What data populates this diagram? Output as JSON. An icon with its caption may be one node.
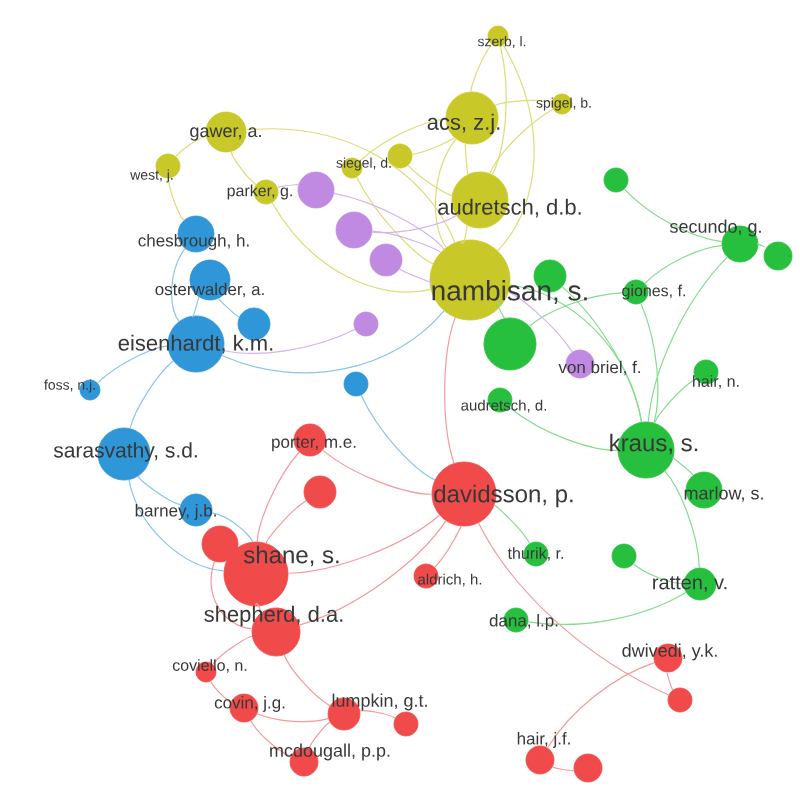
{
  "diagram": {
    "nodes": [
      {
        "text": [
          "szerb, l."
        ]
      },
      {
        "text": [
          "spigel, b."
        ]
      },
      {
        "text": [
          "acs, z.j."
        ]
      },
      {
        "text": [
          "gawer, a."
        ]
      },
      {
        "text": [
          "west, j."
        ]
      },
      {
        "text": [
          "parker, g."
        ]
      },
      {
        "text": [
          "siegel, d."
        ]
      },
      {
        "text": [
          "audretsch, d.b."
        ]
      },
      {
        "text": [
          "nambisan, s."
        ]
      },
      {
        "text": [
          "chesbrough, h."
        ]
      },
      {
        "text": [
          "osterwalder, a."
        ]
      },
      {
        "text": [
          "eisenhardt, k.m."
        ]
      },
      {
        "text": [
          "foss, n.j."
        ]
      },
      {
        "text": [
          "sarasvathy, s.d."
        ]
      },
      {
        "text": [
          "porter, m.e."
        ]
      },
      {
        "text": [
          "barney, j.b."
        ]
      },
      {
        "text": [
          "shane, s."
        ]
      },
      {
        "text": [
          "shepherd, d.a."
        ]
      },
      {
        "text": [
          "coviello, n."
        ]
      },
      {
        "text": [
          "covin, j.g."
        ]
      },
      {
        "text": [
          "lumpkin, g.t."
        ]
      },
      {
        "text": [
          "mcdougall, p.p."
        ]
      },
      {
        "text": [
          "davidsson, p."
        ]
      },
      {
        "text": [
          "aldrich, h."
        ]
      },
      {
        "text": [
          "audretsch, d."
        ]
      },
      {
        "text": [
          "von briel, f."
        ]
      },
      {
        "text": [
          "giones, f."
        ]
      },
      {
        "text": [
          "secundo, g."
        ]
      },
      {
        "text": [
          "hair, n."
        ]
      },
      {
        "text": [
          "kraus, s."
        ]
      },
      {
        "text": [
          "marlow, s."
        ]
      },
      {
        "text": [
          "thurik, r."
        ]
      },
      {
        "text": [
          "ratten, v."
        ]
      },
      {
        "text": [
          "dana, l.p."
        ]
      },
      {
        "text": [
          "dwivedi, y.k."
        ]
      },
      {
        "text": [
          "hair, j.f."
        ]
      },
      {
        "text": [],
        "shape": "circle"
      },
      {
        "text": [],
        "shape": "circle"
      },
      {
        "text": [],
        "shape": "circle"
      },
      {
        "text": [],
        "shape": "circle"
      },
      {
        "text": [],
        "shape": "circle"
      },
      {
        "text": [],
        "shape": "circle"
      },
      {
        "text": [],
        "shape": "circle"
      },
      {
        "text": [],
        "shape": "circle"
      },
      {
        "text": [],
        "shape": "circle"
      },
      {
        "text": [],
        "shape": "circle"
      },
      {
        "text": [],
        "shape": "circle"
      },
      {
        "text": [],
        "shape": "circle"
      },
      {
        "text": [],
        "shape": "circle"
      },
      {
        "text": [],
        "shape": "circle"
      },
      {
        "text": [],
        "shape": "circle"
      },
      {
        "text": [],
        "shape": "circle"
      },
      {
        "text": [],
        "shape": "circle"
      }
    ],
    "edges": [
      {
        "from": 0,
        "to": 2,
        "arrow": "none",
        "color": "#dcdc78"
      },
      {
        "from": 0,
        "to": 7,
        "arrow": "none",
        "color": "#dcdc78"
      },
      {
        "from": 0,
        "to": 8,
        "arrow": "none",
        "color": "#dcdc78"
      },
      {
        "from": 1,
        "to": 2,
        "arrow": "none",
        "color": "#dcdc78"
      },
      {
        "from": 1,
        "to": 7,
        "arrow": "none",
        "color": "#dcdc78"
      },
      {
        "from": 2,
        "to": 7,
        "arrow": "none",
        "color": "#dcdc78"
      },
      {
        "from": 2,
        "to": 8,
        "arrow": "none",
        "color": "#dcdc78"
      },
      {
        "from": 2,
        "to": 6,
        "arrow": "none",
        "color": "#dcdc78"
      },
      {
        "from": 3,
        "to": 4,
        "arrow": "none",
        "color": "#dcdc78"
      },
      {
        "from": 3,
        "to": 5,
        "arrow": "none",
        "color": "#dcdc78"
      },
      {
        "from": 3,
        "to": 8,
        "arrow": "none",
        "color": "#dcdc78"
      },
      {
        "from": 4,
        "to": 9,
        "arrow": "none",
        "color": "#dcdc78"
      },
      {
        "from": 5,
        "to": 8,
        "arrow": "none",
        "color": "#dcdc78"
      },
      {
        "from": 6,
        "to": 8,
        "arrow": "none",
        "color": "#dcdc78"
      },
      {
        "from": 7,
        "to": 8,
        "arrow": "none",
        "color": "#dcdc78"
      },
      {
        "from": 44,
        "to": 2,
        "arrow": "none",
        "color": "#dcdc78"
      },
      {
        "from": 44,
        "to": 7,
        "arrow": "none",
        "color": "#dcdc78"
      },
      {
        "from": 9,
        "to": 11,
        "arrow": "none",
        "color": "#8cc4ec"
      },
      {
        "from": 10,
        "to": 11,
        "arrow": "none",
        "color": "#8cc4ec"
      },
      {
        "from": 11,
        "to": 12,
        "arrow": "none",
        "color": "#8cc4ec"
      },
      {
        "from": 11,
        "to": 13,
        "arrow": "none",
        "color": "#8cc4ec"
      },
      {
        "from": 13,
        "to": 15,
        "arrow": "none",
        "color": "#8cc4ec"
      },
      {
        "from": 11,
        "to": 8,
        "arrow": "none",
        "color": "#8cc4ec"
      },
      {
        "from": 10,
        "to": 37,
        "arrow": "none",
        "color": "#8cc4ec"
      },
      {
        "from": 13,
        "to": 16,
        "arrow": "none",
        "color": "#8cc4ec"
      },
      {
        "from": 42,
        "to": 11,
        "arrow": "none",
        "color": "#d2b4ee"
      },
      {
        "from": 14,
        "to": 16,
        "arrow": "none",
        "color": "#f59a9a"
      },
      {
        "from": 15,
        "to": 16,
        "arrow": "none",
        "color": "#8cc4ec"
      },
      {
        "from": 16,
        "to": 17,
        "arrow": "none",
        "color": "#f59a9a"
      },
      {
        "from": 16,
        "to": 22,
        "arrow": "none",
        "color": "#f59a9a"
      },
      {
        "from": 17,
        "to": 22,
        "arrow": "none",
        "color": "#f59a9a"
      },
      {
        "from": 17,
        "to": 18,
        "arrow": "none",
        "color": "#f59a9a"
      },
      {
        "from": 18,
        "to": 19,
        "arrow": "none",
        "color": "#f59a9a"
      },
      {
        "from": 19,
        "to": 20,
        "arrow": "none",
        "color": "#f59a9a"
      },
      {
        "from": 19,
        "to": 21,
        "arrow": "none",
        "color": "#f59a9a"
      },
      {
        "from": 20,
        "to": 21,
        "arrow": "none",
        "color": "#f59a9a"
      },
      {
        "from": 17,
        "to": 20,
        "arrow": "none",
        "color": "#f59a9a"
      },
      {
        "from": 22,
        "to": 8,
        "arrow": "none",
        "color": "#f59a9a"
      },
      {
        "from": 23,
        "to": 22,
        "arrow": "none",
        "color": "#f59a9a"
      },
      {
        "from": 14,
        "to": 22,
        "arrow": "none",
        "color": "#f59a9a"
      },
      {
        "from": 39,
        "to": 16,
        "arrow": "none",
        "color": "#f59a9a"
      },
      {
        "from": 36,
        "to": 17,
        "arrow": "none",
        "color": "#f59a9a"
      },
      {
        "from": 45,
        "to": 20,
        "arrow": "none",
        "color": "#f59a9a"
      },
      {
        "from": 34,
        "to": 35,
        "arrow": "none",
        "color": "#f59a9a"
      },
      {
        "from": 35,
        "to": 48,
        "arrow": "none",
        "color": "#f59a9a"
      },
      {
        "from": 34,
        "to": 51,
        "arrow": "none",
        "color": "#f59a9a"
      },
      {
        "from": 51,
        "to": 22,
        "arrow": "none",
        "color": "#f59a9a"
      },
      {
        "from": 29,
        "to": 8,
        "arrow": "none",
        "color": "#86dc8e"
      },
      {
        "from": 29,
        "to": 26,
        "arrow": "none",
        "color": "#86dc8e"
      },
      {
        "from": 27,
        "to": 26,
        "arrow": "none",
        "color": "#86dc8e"
      },
      {
        "from": 27,
        "to": 29,
        "arrow": "none",
        "color": "#86dc8e"
      },
      {
        "from": 28,
        "to": 29,
        "arrow": "none",
        "color": "#86dc8e"
      },
      {
        "from": 30,
        "to": 29,
        "arrow": "none",
        "color": "#86dc8e"
      },
      {
        "from": 32,
        "to": 29,
        "arrow": "none",
        "color": "#86dc8e"
      },
      {
        "from": 31,
        "to": 22,
        "arrow": "none",
        "color": "#86dc8e"
      },
      {
        "from": 33,
        "to": 32,
        "arrow": "none",
        "color": "#86dc8e"
      },
      {
        "from": 24,
        "to": 29,
        "arrow": "none",
        "color": "#86dc8e"
      },
      {
        "from": 26,
        "to": 46,
        "arrow": "none",
        "color": "#86dc8e"
      },
      {
        "from": 46,
        "to": 8,
        "arrow": "none",
        "color": "#86dc8e"
      },
      {
        "from": 47,
        "to": 29,
        "arrow": "none",
        "color": "#86dc8e"
      },
      {
        "from": 49,
        "to": 27,
        "arrow": "none",
        "color": "#86dc8e"
      },
      {
        "from": 52,
        "to": 27,
        "arrow": "none",
        "color": "#86dc8e"
      },
      {
        "from": 50,
        "to": 32,
        "arrow": "none",
        "color": "#86dc8e"
      },
      {
        "from": 25,
        "to": 8,
        "arrow": "none",
        "color": "#d2b4ee"
      },
      {
        "from": 38,
        "to": 8,
        "arrow": "none",
        "color": "#d2b4ee"
      },
      {
        "from": 40,
        "to": 8,
        "arrow": "none",
        "color": "#d2b4ee"
      },
      {
        "from": 43,
        "to": 8,
        "arrow": "none",
        "color": "#d2b4ee"
      },
      {
        "from": 41,
        "to": 22,
        "arrow": "none",
        "color": "#8cc4ec"
      },
      {
        "from": 38,
        "to": 5,
        "arrow": "none",
        "color": "#d2b4ee"
      },
      {
        "from": 40,
        "to": 7,
        "arrow": "none",
        "color": "#d2b4ee"
      }
    ]
  }
}
